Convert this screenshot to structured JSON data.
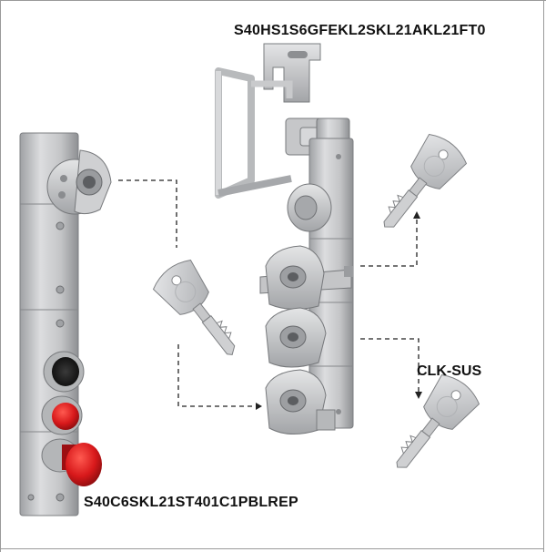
{
  "labels": {
    "top_model": "S40HS1S6GFEKL2SKL21AKL21FT0",
    "bottom_model": "S40C6SKL21ST401C1PBLREP",
    "key_model": "CLK-SUS"
  },
  "colors": {
    "steel_light": "#d9dadb",
    "steel_mid": "#b8b9bb",
    "steel_dark": "#8e9093",
    "red_button": "#d8191b",
    "dashed_line": "#222222",
    "frame": "#9a9a9a"
  },
  "icons": {
    "key_left": "key-icon",
    "key_top_right": "key-icon",
    "key_bottom_right": "key-icon"
  }
}
